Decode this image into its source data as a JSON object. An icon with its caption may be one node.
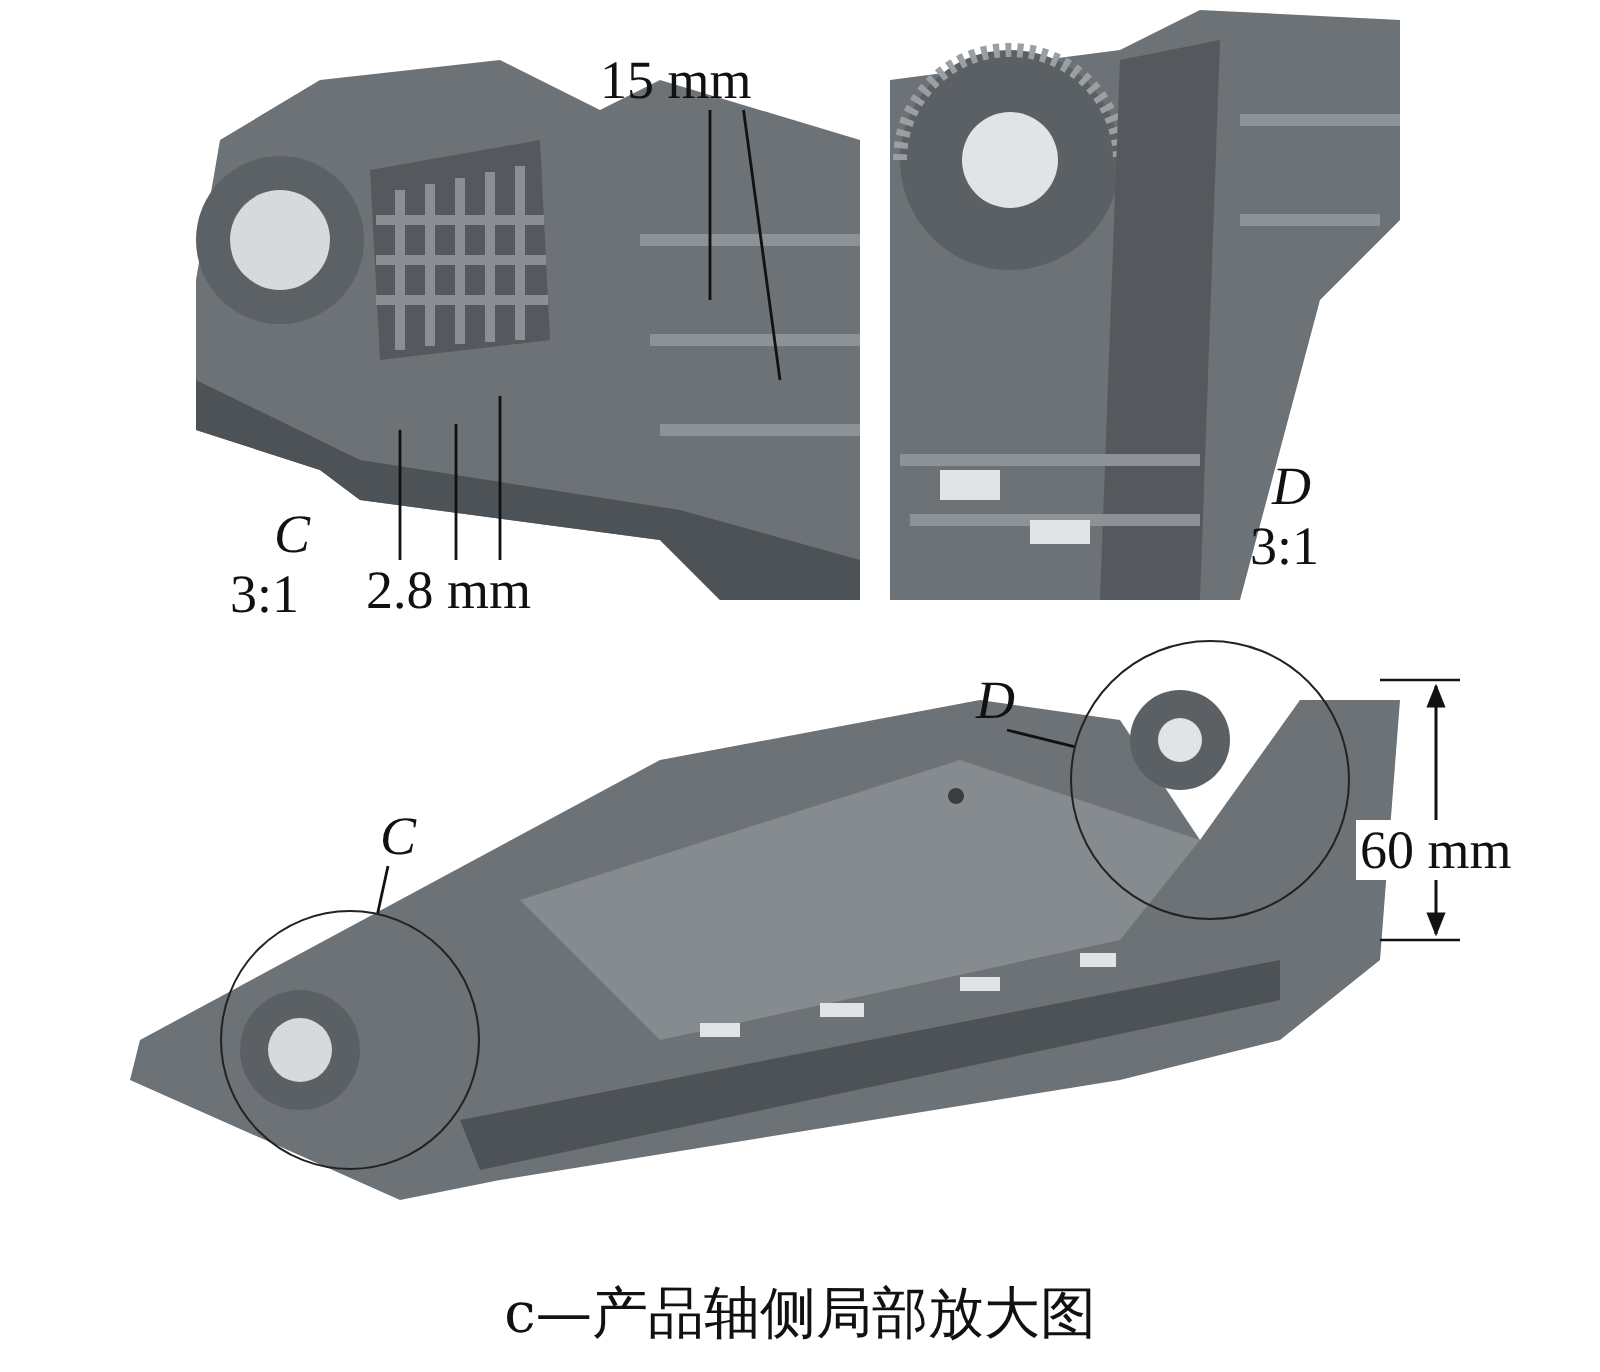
{
  "diagram": {
    "caption": "c—产品轴侧局部放大图",
    "nodes": [
      {
        "text": [
          "15 mm"
        ]
      },
      {
        "text": [
          "2.8 mm"
        ]
      },
      {
        "text": [
          "C"
        ]
      },
      {
        "text": [],
        "shape": "circle"
      },
      {
        "text": [
          "D"
        ]
      },
      {
        "text": [],
        "shape": "circle"
      }
    ],
    "edges": [
      {
        "from": 0,
        "to": null,
        "arrow": "none"
      },
      {
        "from": 0,
        "to": null,
        "arrow": "none"
      },
      {
        "from": 1,
        "to": null,
        "arrow": "none"
      },
      {
        "from": 1,
        "to": null,
        "arrow": "none"
      },
      {
        "from": 1,
        "to": null,
        "arrow": "none"
      },
      {
        "from": 2,
        "to": 3,
        "arrow": "none"
      },
      {
        "from": 4,
        "to": 5,
        "arrow": "none"
      }
    ],
    "labels": [
      "C",
      "3:1",
      "D",
      "3:1",
      "60 mm"
    ]
  }
}
